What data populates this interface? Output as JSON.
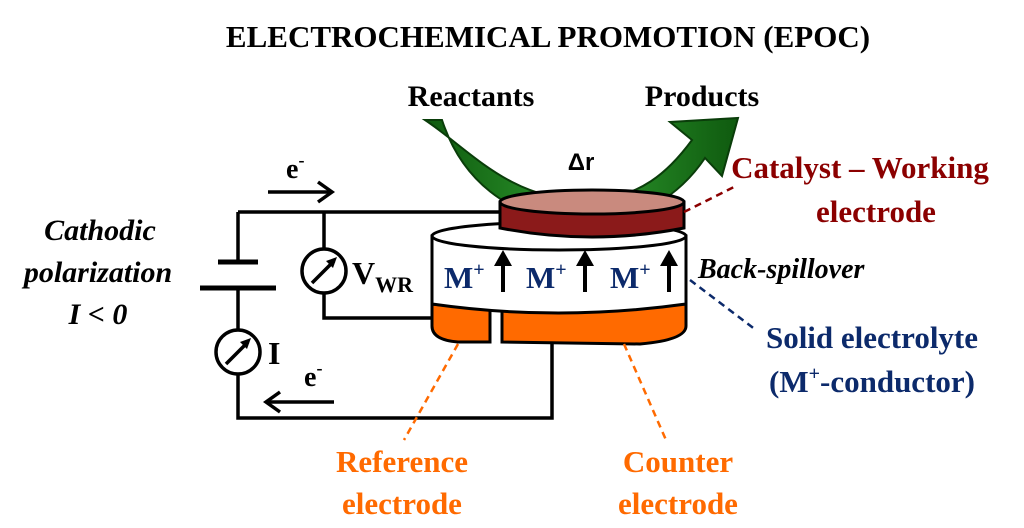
{
  "title": "ELECTROCHEMICAL PROMOTION (EPOC)",
  "flow": {
    "reactants": "Reactants",
    "products": "Products",
    "delta_r": "Δr"
  },
  "electron": {
    "symbol": "e",
    "charge": "-"
  },
  "left_label": {
    "line1": "Cathodic",
    "line2": "polarization",
    "line3": "I < 0"
  },
  "meters": {
    "voltage_main": "V",
    "voltage_sub": "WR",
    "current": "I"
  },
  "ion": {
    "symbol": "M",
    "charge": "+"
  },
  "back_spillover": "Back-spillover",
  "catalyst": {
    "line1": "Catalyst – Working",
    "line2": "electrode"
  },
  "electrolyte": {
    "line1": "Solid electrolyte",
    "line2_pre": "(M",
    "line2_sup": "+",
    "line2_post": "-conductor)"
  },
  "reference": {
    "line1": "Reference",
    "line2": "electrode"
  },
  "counter": {
    "line1": "Counter",
    "line2": "electrode"
  },
  "colors": {
    "arrow_green": "#1e7a1e",
    "catalyst": "#8b1a1a",
    "catalyst_top": "#c98a7e",
    "electrode_orange": "#ff6a00",
    "navy": "#0c2a6b",
    "dark_red": "#8b0000"
  }
}
